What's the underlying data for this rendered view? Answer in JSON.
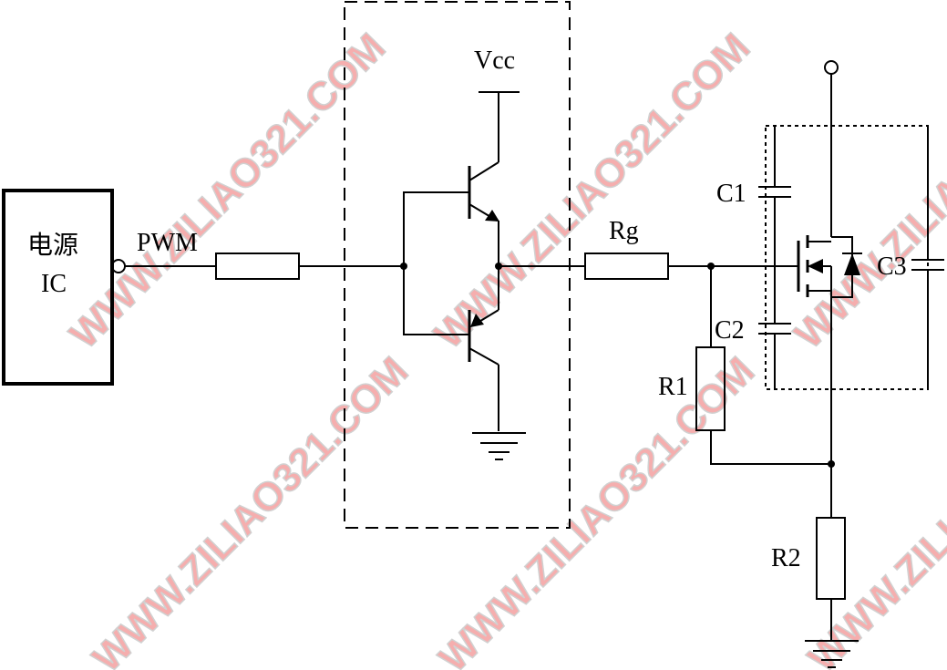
{
  "labels": {
    "ic_line1": "电源",
    "ic_line2": "IC",
    "pwm": "PWM",
    "vcc": "Vcc",
    "rg": "Rg",
    "c1": "C1",
    "c2": "C2",
    "c3": "C3",
    "r1": "R1",
    "r2": "R2"
  },
  "watermark": "WWW.ZILIAO321.COM",
  "colors": {
    "line": "#000000",
    "watermark_fill": "#f4a0a0",
    "watermark_stroke": "#c9c9c9"
  }
}
